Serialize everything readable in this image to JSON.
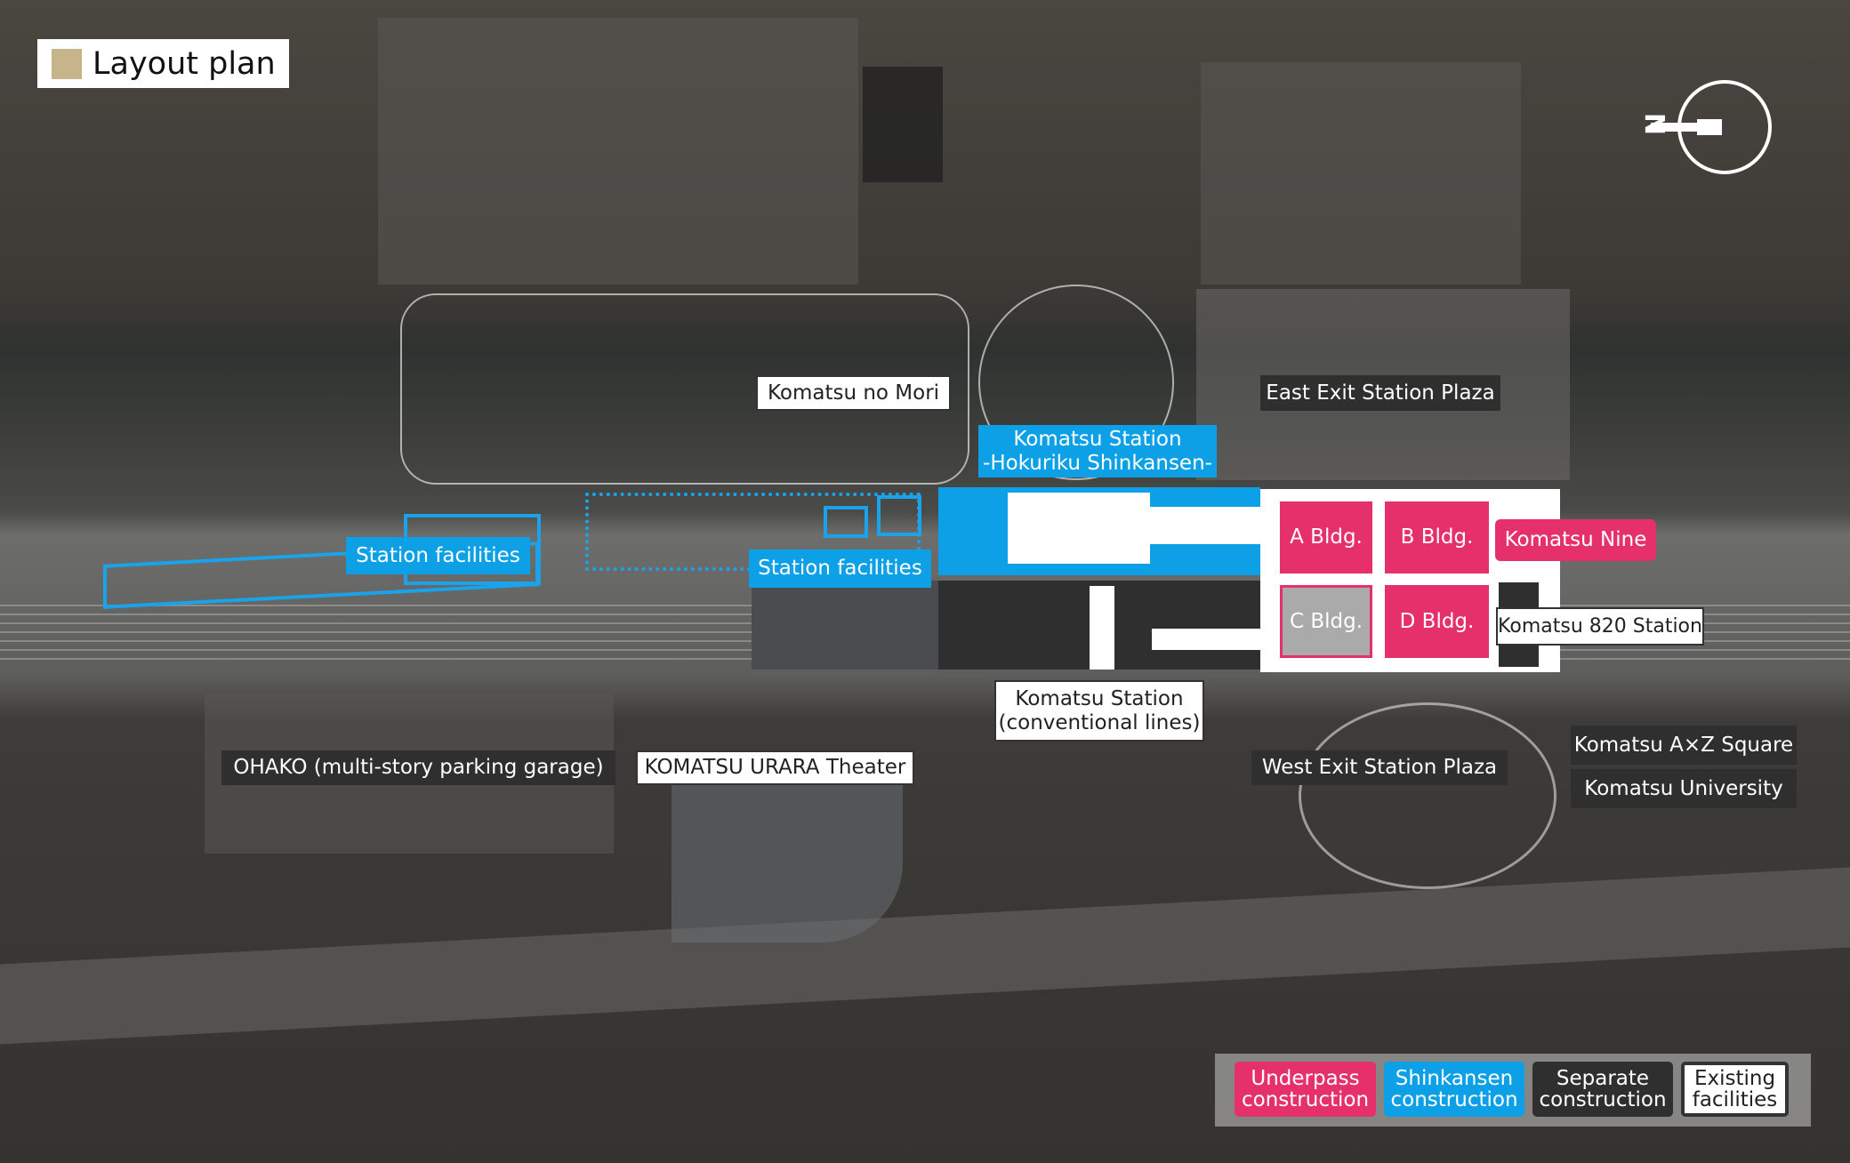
{
  "title": "Layout plan",
  "colors": {
    "underpass": "#e5306c",
    "shinkansen": "#0ea0e6",
    "separate": "#2f2f2f",
    "existing": "#ffffff",
    "title_swatch": "#c8b48a"
  },
  "compass": {
    "label": "N",
    "icon": "north-arrow-icon"
  },
  "labels": {
    "mori": "Komatsu no Mori",
    "east_plaza": "East Exit Station Plaza",
    "shinkansen_station_1": "Komatsu Station",
    "shinkansen_station_2": "-Hokuriku Shinkansen-",
    "facilities_1": "Station facilities",
    "facilities_2": "Station facilities",
    "a_bldg": "A Bldg.",
    "b_bldg": "B Bldg.",
    "c_bldg": "C Bldg.",
    "d_bldg": "D Bldg.",
    "komatsu_nine": "Komatsu Nine",
    "komatsu_820": "Komatsu 820 Station",
    "conventional_1": "Komatsu Station",
    "conventional_2": "(conventional lines)",
    "urara": "KOMATSU URARA Theater",
    "ohako": "OHAKO (multi-story parking garage)",
    "west_plaza": "West Exit Station Plaza",
    "axz": "Komatsu A×Z Square",
    "university": "Komatsu University"
  },
  "legend": [
    {
      "line1": "Underpass",
      "line2": "construction"
    },
    {
      "line1": "Shinkansen",
      "line2": "construction"
    },
    {
      "line1": "Separate",
      "line2": "construction"
    },
    {
      "line1": "Existing",
      "line2": "facilities"
    }
  ]
}
